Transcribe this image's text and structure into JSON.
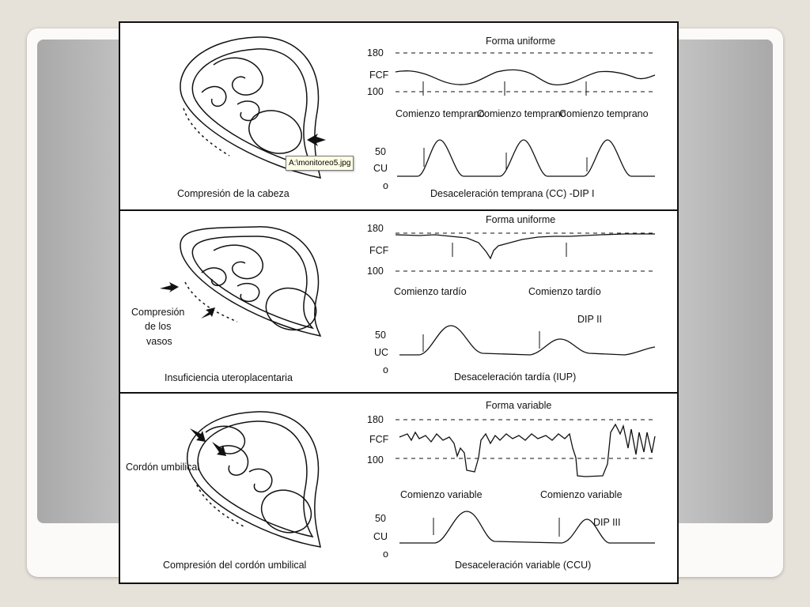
{
  "tooltip": "A:\\monitoreo5.jpg",
  "panels": [
    {
      "caption": "Compresión de la cabeza",
      "shape": "Forma uniforme",
      "fcf_top": "180",
      "fcf_label": "FCF",
      "fcf_bottom": "100",
      "onsets": [
        "Comienzo temprano",
        "Comienzo temprano",
        "Comienzo temprano"
      ],
      "uc_top": "50",
      "uc_label": "CU",
      "uc_bottom": "o",
      "deceleration": "Desaceleración temprana (CC) -DIP I"
    },
    {
      "caption": "Insuficiencia uteroplacentaria",
      "shape": "Forma uniforme",
      "side_label": [
        "Compresión",
        "de los",
        "vasos"
      ],
      "fcf_top": "180",
      "fcf_label": "FCF",
      "fcf_bottom": "100",
      "onsets": [
        "Comienzo tardío",
        "Comienzo tardío"
      ],
      "dip": "DIP II",
      "uc_top": "50",
      "uc_label": "UC",
      "uc_bottom": "o",
      "deceleration": "Desaceleración tardía (IUP)"
    },
    {
      "caption": "Compresión del cordón umbilical",
      "shape": "Forma variable",
      "side_label": [
        "Cordón umbilical"
      ],
      "fcf_top": "180",
      "fcf_label": "FCF",
      "fcf_bottom": "100",
      "onsets": [
        "Comienzo variable",
        "Comienzo variable"
      ],
      "dip": "DIP III",
      "uc_top": "50",
      "uc_label": "CU",
      "uc_bottom": "o",
      "deceleration": "Desaceleración variable (CCU)"
    }
  ]
}
